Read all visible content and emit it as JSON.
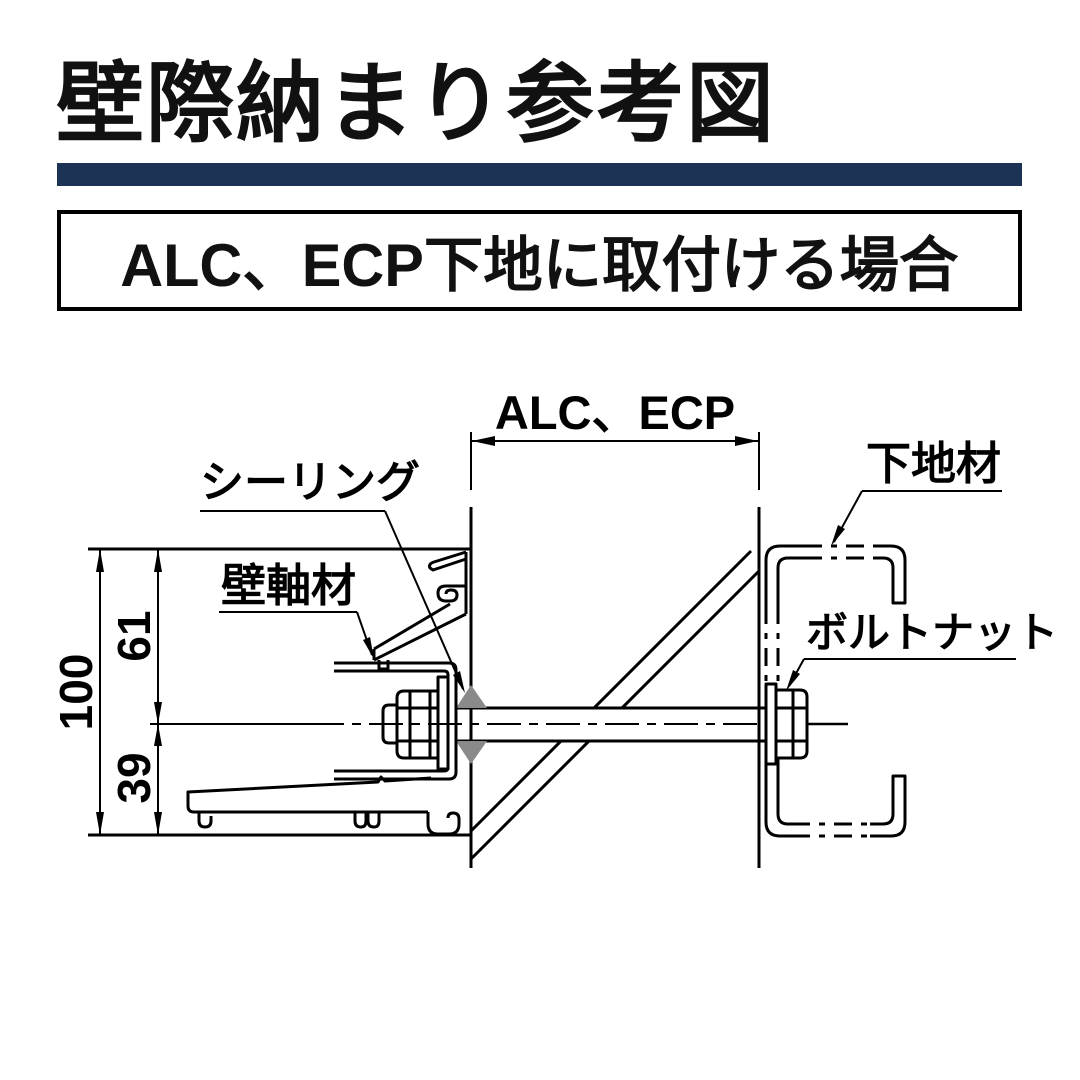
{
  "header": {
    "title": "壁際納まり参考図",
    "subtitle": "ALC、ECP下地に取付ける場合",
    "accent_color": "#1d3355"
  },
  "diagram": {
    "labels": {
      "panel": "ALC、ECP",
      "sealing": "シーリング",
      "wall_frame": "壁軸材",
      "substrate": "下地材",
      "bolt_nut": "ボルトナット"
    },
    "dimensions": {
      "total": "100",
      "upper": "61",
      "lower": "39"
    },
    "colors": {
      "line": "#000000",
      "seal_fill": "#8a8a8a",
      "background": "#ffffff"
    }
  }
}
